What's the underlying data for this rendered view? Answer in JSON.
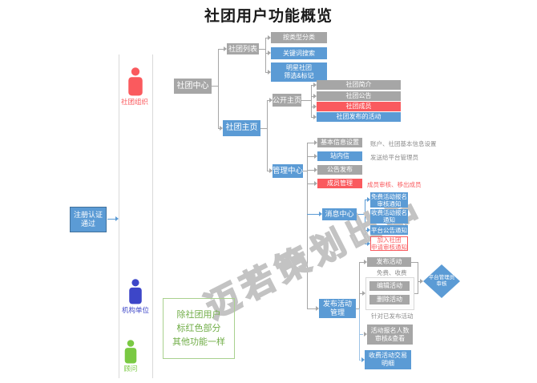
{
  "title": "社团用户功能概览",
  "watermark": "迈若策划出品",
  "legend_note": "除社团用户\n标红色部分\n其他功能一样",
  "register": "注册认证\n通过",
  "actors": {
    "club": "社团组织",
    "org": "机构单位",
    "advisor": "顾问"
  },
  "nodes": {
    "center": "社团中心",
    "list": "社团列表",
    "list_type": "按类型分类",
    "list_keyword": "关键词搜索",
    "list_star": "明星社团\n筛选&标记",
    "home": "社团主页",
    "public_home": "公开主页",
    "club_intro": "社团简介",
    "club_notice": "社团公告",
    "club_members": "社团成员",
    "club_activities": "社团发布的活动",
    "manage": "管理中心",
    "basic_info": "基本信息设置",
    "inbox": "站内信",
    "announce": "公告发布",
    "member_manage": "成员管理",
    "message_center": "消息中心",
    "publish_manage": "发布活动\n管理",
    "msg_free": "免费活动报名\n审核通知",
    "msg_paid": "收费活动报名\n通知",
    "msg_platform": "平台公告通知",
    "msg_join": "加入社团\n申请审核通知",
    "publish_act": "发布活动",
    "edit_act": "编辑活动",
    "delete_act": "删除活动",
    "audit": "平台管理员\n审核",
    "signup_count": "活动报名人数\n审核&查看",
    "fee_detail": "收费活动交易\n明细"
  },
  "notes": {
    "basic_info": "账户、社团基本信息设置",
    "inbox": "发送给平台管理员",
    "member_manage": "成员审核、移出成员",
    "publish_act": "免费、收费",
    "edit_scope": "针对已发布活动"
  },
  "colors": {
    "box_blue": "#5b9bd5",
    "box_gray": "#a6a6a6",
    "box_red": "#fa5a5e",
    "legend_green": "#70ad47",
    "actor_club": "#fa5a5e",
    "actor_org": "#3d46c8",
    "actor_advisor": "#7ac943"
  }
}
